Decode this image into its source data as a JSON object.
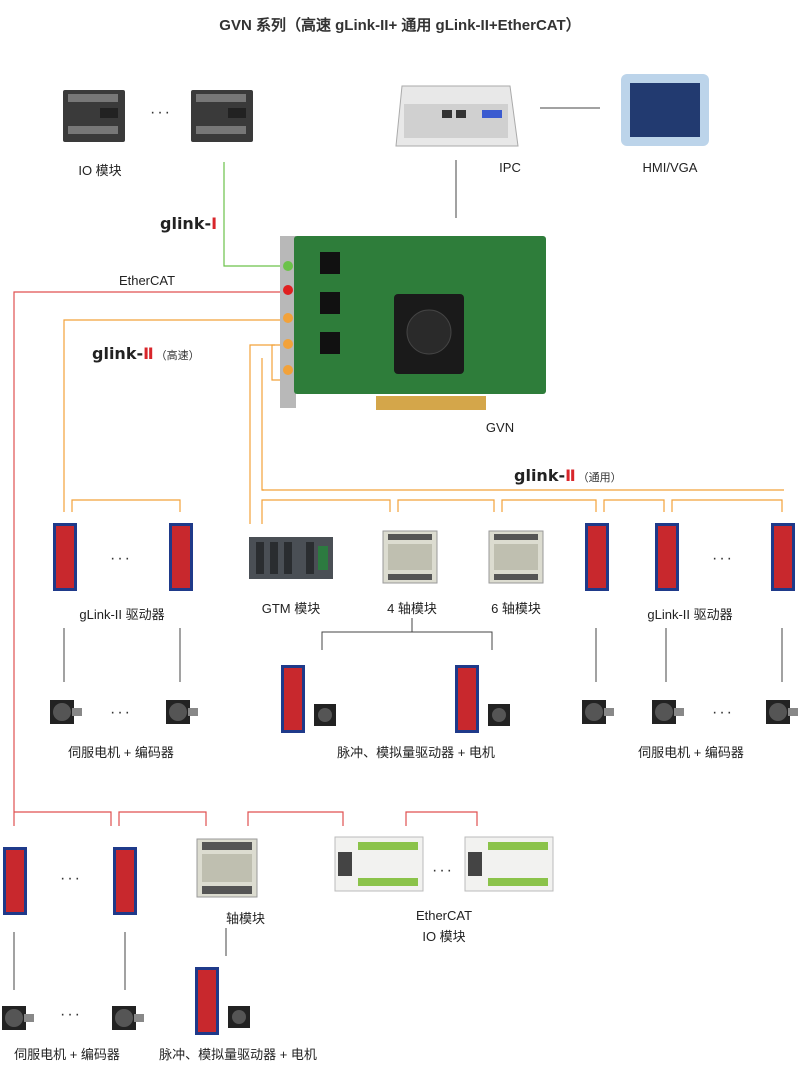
{
  "title": "GVN 系列（高速 gLink-II+ 通用 gLink-II+EtherCAT）",
  "labels": {
    "io_module": "IO 模块",
    "ipc": "IPC",
    "hmi": "HMI/VGA",
    "ethercat": "EtherCAT",
    "gvn": "GVN",
    "glink1": {
      "text": "glink-",
      "suffix": "Ⅰ"
    },
    "glink2_fast": {
      "text": "glink-",
      "suffix": "Ⅱ",
      "note": "（高速）"
    },
    "glink2_gen": {
      "text": "glink-",
      "suffix": "Ⅱ",
      "note": "（通用）"
    },
    "glink_driver_left": "gLink-II 驱动器",
    "gtm_module": "GTM 模块",
    "axis4_module": "4 轴模块",
    "axis6_module": "6 轴模块",
    "glink_driver_right": "gLink-II 驱动器",
    "servo_left": "伺服电机 + 编码器",
    "pulse_center": "脉冲、模拟量驱动器 + 电机",
    "servo_right": "伺服电机 + 编码器",
    "axis_module_bottom": "轴模块",
    "ethercat_io_line1": "EtherCAT",
    "ethercat_io_line2": "IO 模块",
    "servo_bottom": "伺服电机 + 编码器",
    "pulse_bottom": "脉冲、模拟量驱动器 + 电机",
    "ellipsis": "···"
  },
  "colors": {
    "glink1_line": "#6cc24a",
    "glink2_fast_line": "#f2a23a",
    "glink2_gen_line": "#f2a23a",
    "ethercat_line": "#e05050",
    "plain_line": "#444444",
    "driver_red": "#c8282d",
    "driver_blue": "#1f3a8a",
    "board_green": "#2e7d3a"
  }
}
